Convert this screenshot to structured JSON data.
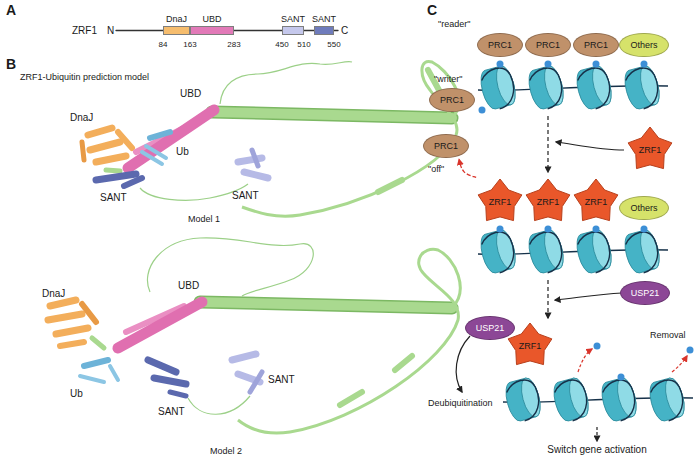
{
  "diagram": {
    "nodes": [
      {
        "text": [
          "DnaJ"
        ]
      },
      {
        "text": [
          "UBD"
        ]
      },
      {
        "text": [
          "SANT"
        ]
      },
      {
        "text": [
          "SANT"
        ]
      },
      {
        "text": [
          "PRC1"
        ]
      },
      {
        "text": [
          "PRC1"
        ]
      },
      {
        "text": [
          "PRC1"
        ]
      },
      {
        "text": [
          "Others"
        ]
      },
      {
        "text": [
          "PRC1"
        ]
      },
      {
        "text": [
          "ZRF1"
        ]
      },
      {
        "text": [
          "PRC1"
        ]
      },
      {
        "text": [
          "ZRF1"
        ]
      },
      {
        "text": [
          "ZRF1"
        ]
      },
      {
        "text": [
          "ZRF1"
        ]
      },
      {
        "text": [
          "Others"
        ]
      },
      {
        "text": [
          "USP21"
        ]
      },
      {
        "text": [
          "USP21"
        ]
      },
      {
        "text": [
          "ZRF1"
        ]
      }
    ],
    "edges": [
      {
        "from": 11,
        "to": 10,
        "arrow": "to"
      }
    ],
    "labels": [
      "A",
      "ZRF1",
      "N",
      "C",
      "84",
      "163",
      "283",
      "450",
      "510",
      "550",
      "B",
      "ZRF1-Ubiquitin prediction model",
      "DnaJ",
      "UBD",
      "Ub",
      "SANT",
      "SANT",
      "Model 1",
      "DnaJ",
      "UBD",
      "Ub",
      "SANT",
      "SANT",
      "Model 2",
      "C",
      "\"reader\"",
      "\"writer\"",
      "\"off\"",
      "Deubiquitination",
      "Removal",
      "Switch gene activation"
    ]
  }
}
